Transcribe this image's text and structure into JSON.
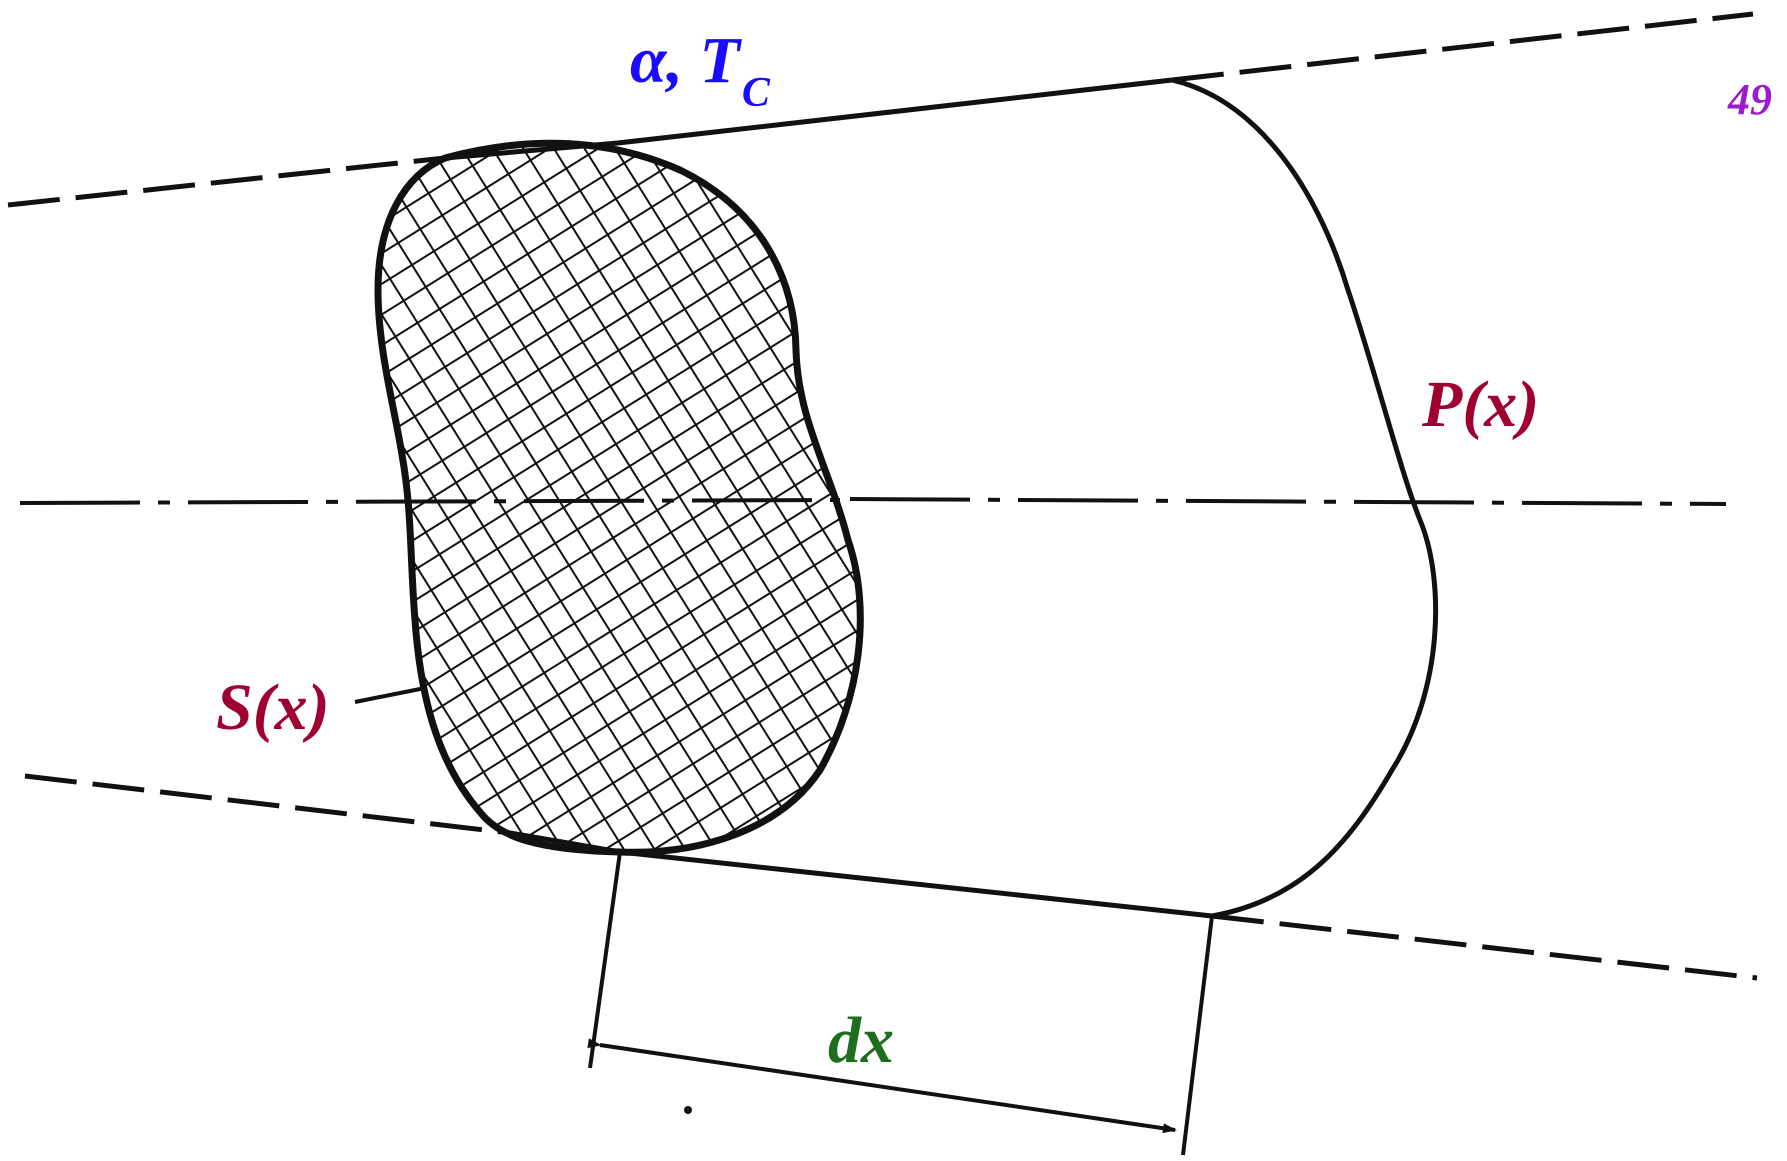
{
  "labels": {
    "boundary_params": "α, T",
    "boundary_params_subscript": "C",
    "page_number": "49",
    "perimeter": "P(x)",
    "cross_section": "S(x)",
    "element_length": "dx"
  },
  "colors": {
    "line": "#111111",
    "boundary_params": "#1a0dff",
    "page_number": "#9a1ccc",
    "function_labels": "#a00030",
    "dx_label": "#1f6e1f",
    "background": "#ffffff"
  }
}
